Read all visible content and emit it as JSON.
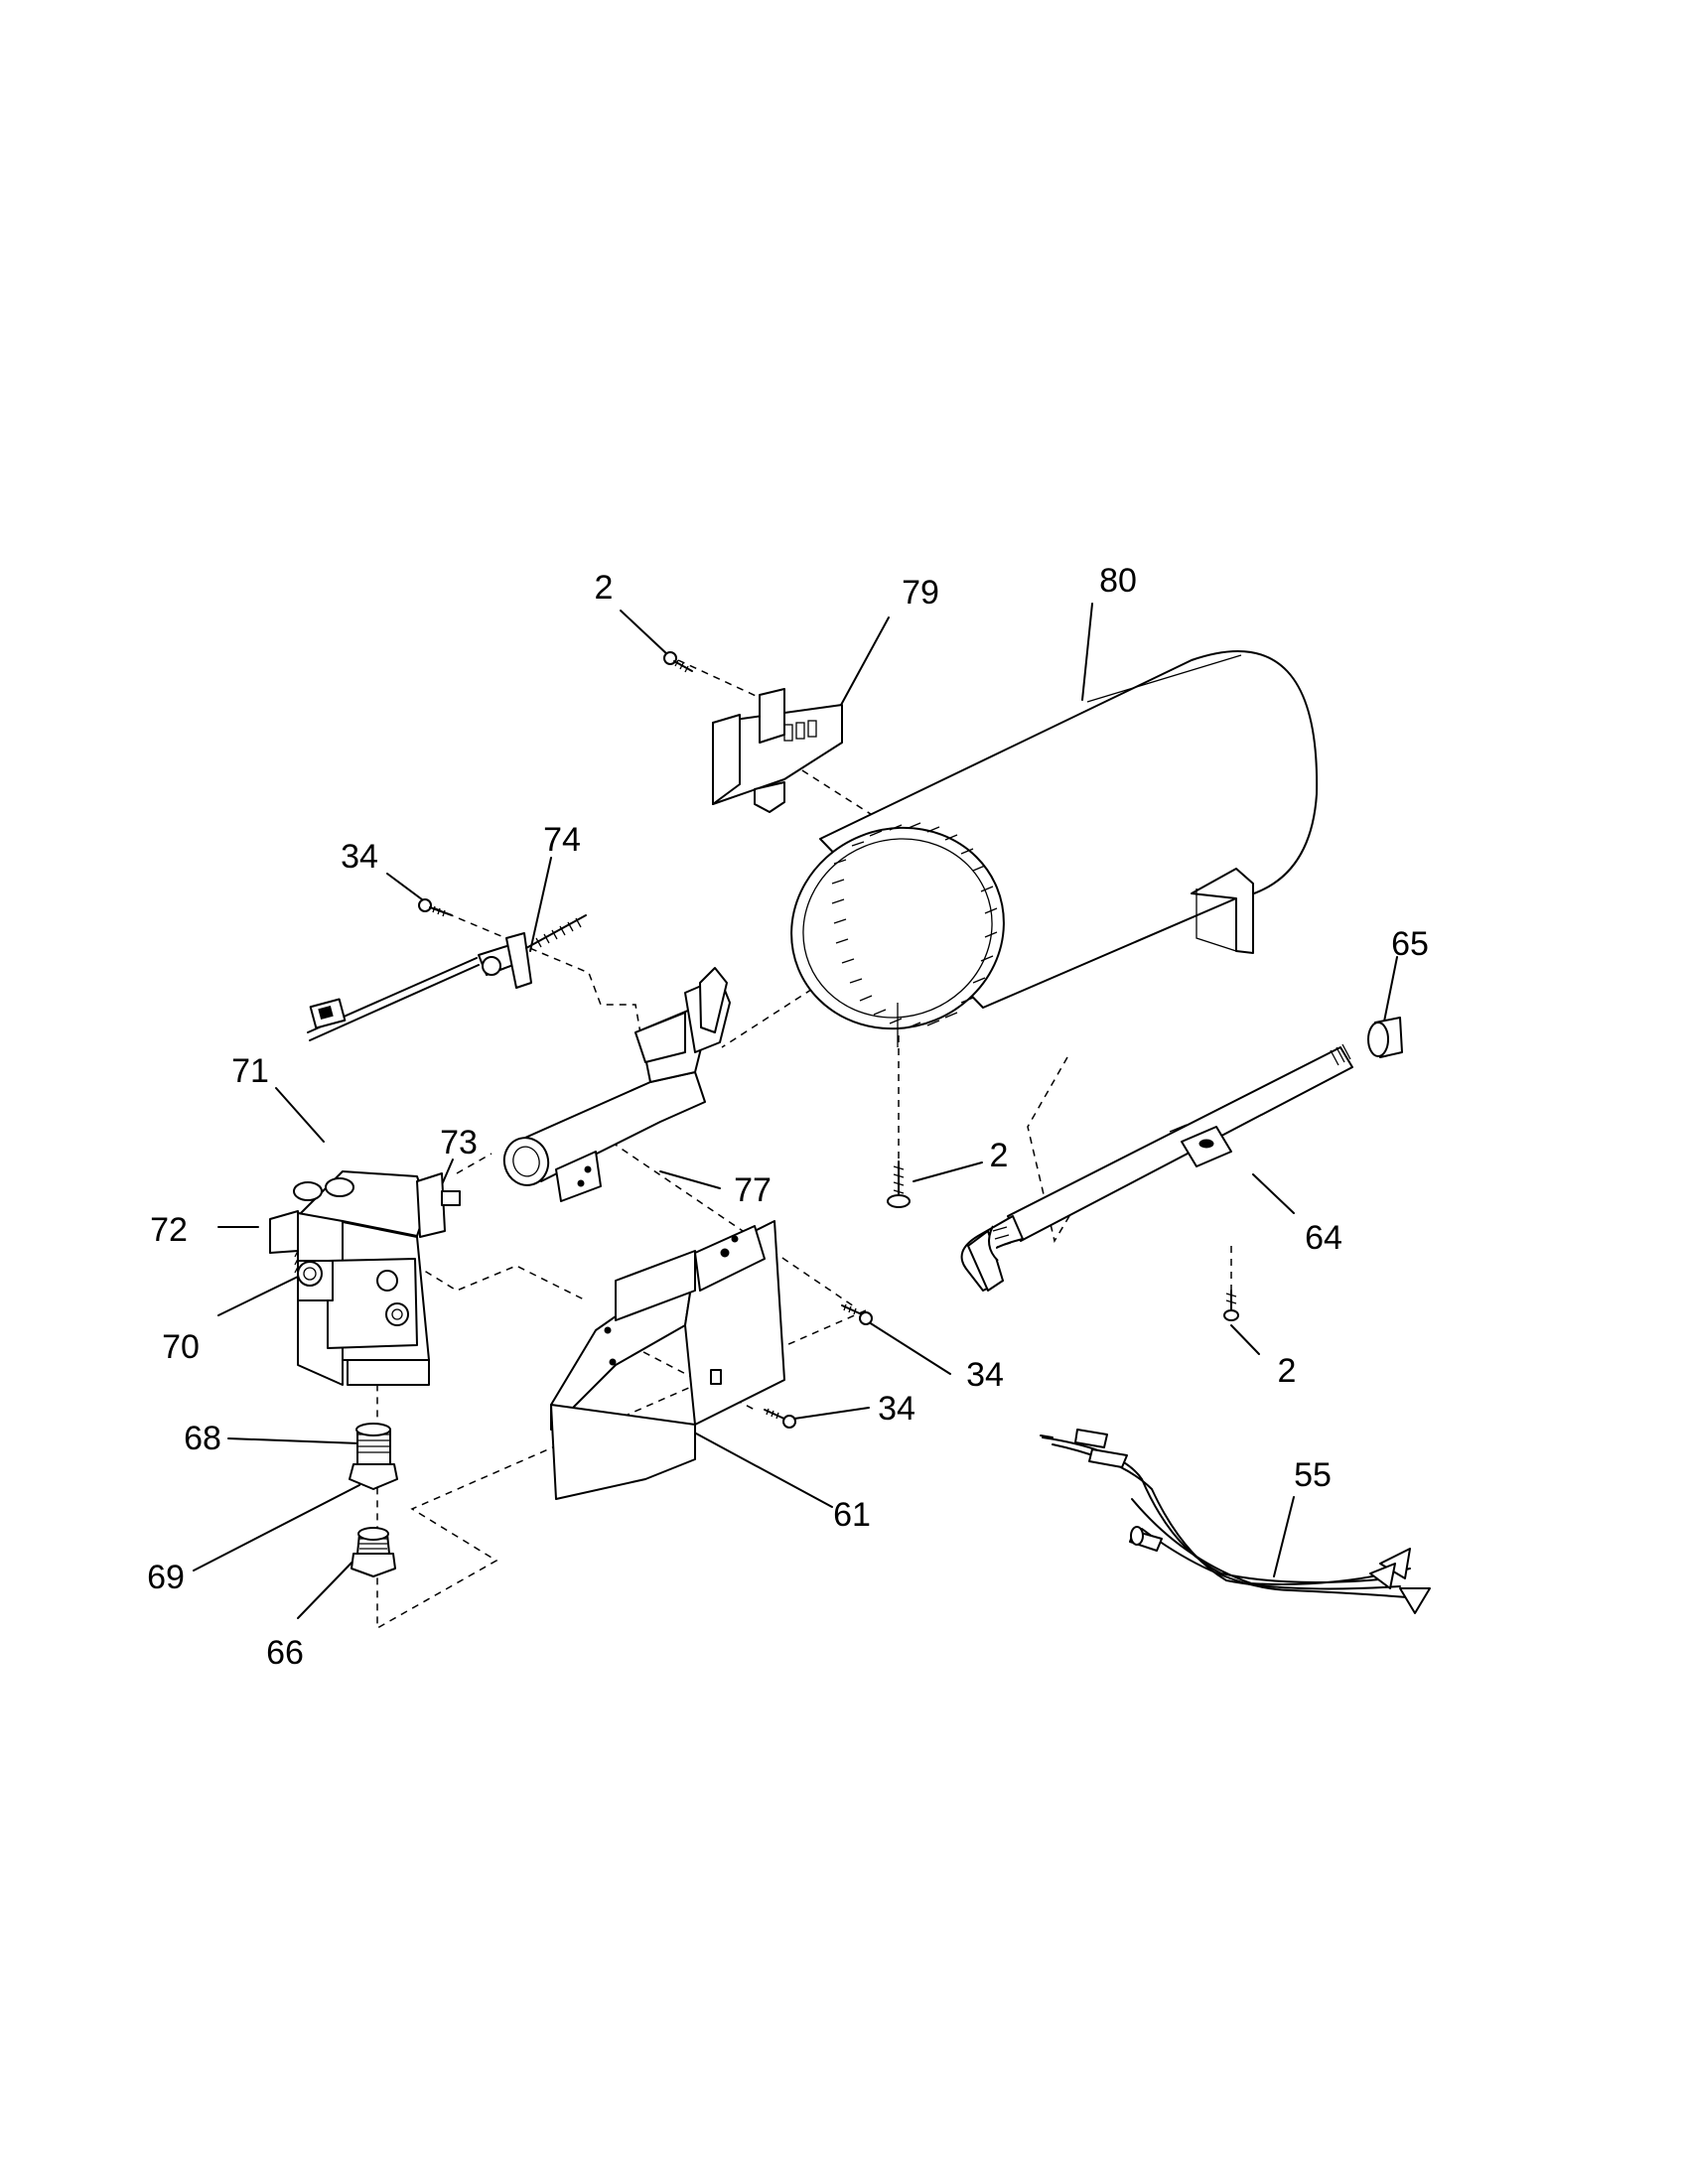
{
  "diagram": {
    "part_labels": [
      "2",
      "79",
      "80",
      "34",
      "74",
      "65",
      "71",
      "73",
      "2",
      "77",
      "72",
      "64",
      "70",
      "34",
      "2",
      "68",
      "34",
      "55",
      "61",
      "69",
      "66"
    ]
  }
}
